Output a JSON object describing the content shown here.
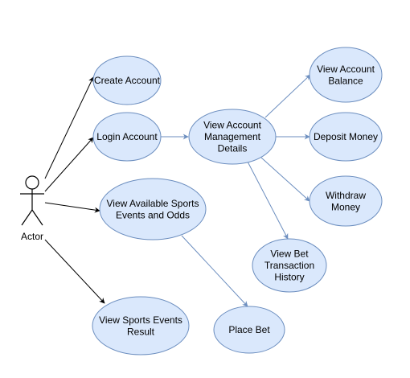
{
  "colors": {
    "node_fill": "#dae8fc",
    "node_stroke": "#6c8ebf",
    "edge_black": "#000000",
    "edge_blue": "#6c8ebf",
    "background": "#ffffff"
  },
  "actor": {
    "label": "Actor"
  },
  "use_cases": [
    {
      "id": "create_account",
      "lines": [
        "Create Account"
      ]
    },
    {
      "id": "login_account",
      "lines": [
        "Login Account"
      ]
    },
    {
      "id": "view_events",
      "lines": [
        "View Available Sports",
        "Events and Odds"
      ]
    },
    {
      "id": "view_results",
      "lines": [
        "View Sports Events",
        "Result"
      ]
    },
    {
      "id": "account_details",
      "lines": [
        "View Account",
        "Management",
        "Details"
      ]
    },
    {
      "id": "account_balance",
      "lines": [
        "View Account",
        "Balance"
      ]
    },
    {
      "id": "deposit_money",
      "lines": [
        "Deposit Money"
      ]
    },
    {
      "id": "withdraw_money",
      "lines": [
        "Withdraw",
        "Money"
      ]
    },
    {
      "id": "transaction_history",
      "lines": [
        "View Bet",
        "Transaction",
        "History"
      ]
    },
    {
      "id": "place_bet",
      "lines": [
        "Place Bet"
      ]
    }
  ],
  "edges": [
    {
      "from": "actor",
      "to": "create_account",
      "style": "black"
    },
    {
      "from": "actor",
      "to": "login_account",
      "style": "black"
    },
    {
      "from": "actor",
      "to": "view_events",
      "style": "black"
    },
    {
      "from": "actor",
      "to": "view_results",
      "style": "black"
    },
    {
      "from": "login_account",
      "to": "account_details",
      "style": "blue"
    },
    {
      "from": "account_details",
      "to": "account_balance",
      "style": "blue"
    },
    {
      "from": "account_details",
      "to": "deposit_money",
      "style": "blue"
    },
    {
      "from": "account_details",
      "to": "withdraw_money",
      "style": "blue"
    },
    {
      "from": "account_details",
      "to": "transaction_history",
      "style": "blue"
    },
    {
      "from": "view_events",
      "to": "place_bet",
      "style": "blue"
    }
  ]
}
